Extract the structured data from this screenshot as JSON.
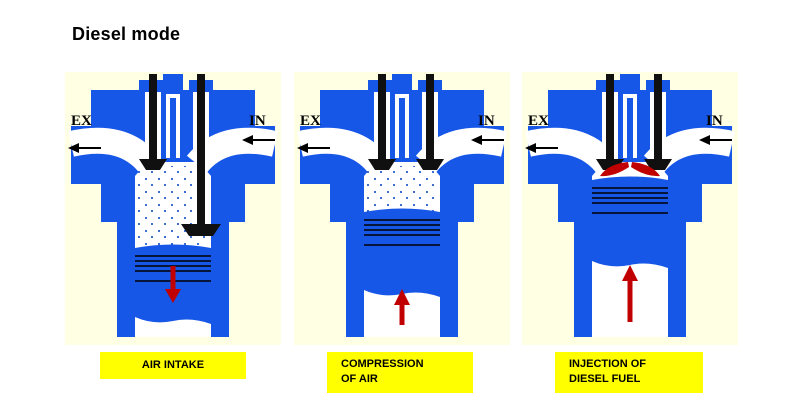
{
  "title": "Diesel mode",
  "panels": [
    {
      "name": "air-intake",
      "exhaust_label": "EX",
      "intake_label": "IN",
      "piston_arrow": "down",
      "caption": [
        "AIR INTAKE"
      ]
    },
    {
      "name": "compression",
      "exhaust_label": "EX",
      "intake_label": "IN",
      "piston_arrow": "up",
      "caption": [
        "COMPRESSION",
        "OF AIR"
      ]
    },
    {
      "name": "injection",
      "exhaust_label": "EX",
      "intake_label": "IN",
      "piston_arrow": "up",
      "caption": [
        "INJECTION OF",
        "DIESEL FUEL"
      ]
    }
  ],
  "colors": {
    "engine_blue": "#1757E8",
    "panel_background": "#FFFFE4",
    "caption_background": "#FFFF00",
    "arrow_red": "#C00000",
    "valve_black": "#101010"
  }
}
